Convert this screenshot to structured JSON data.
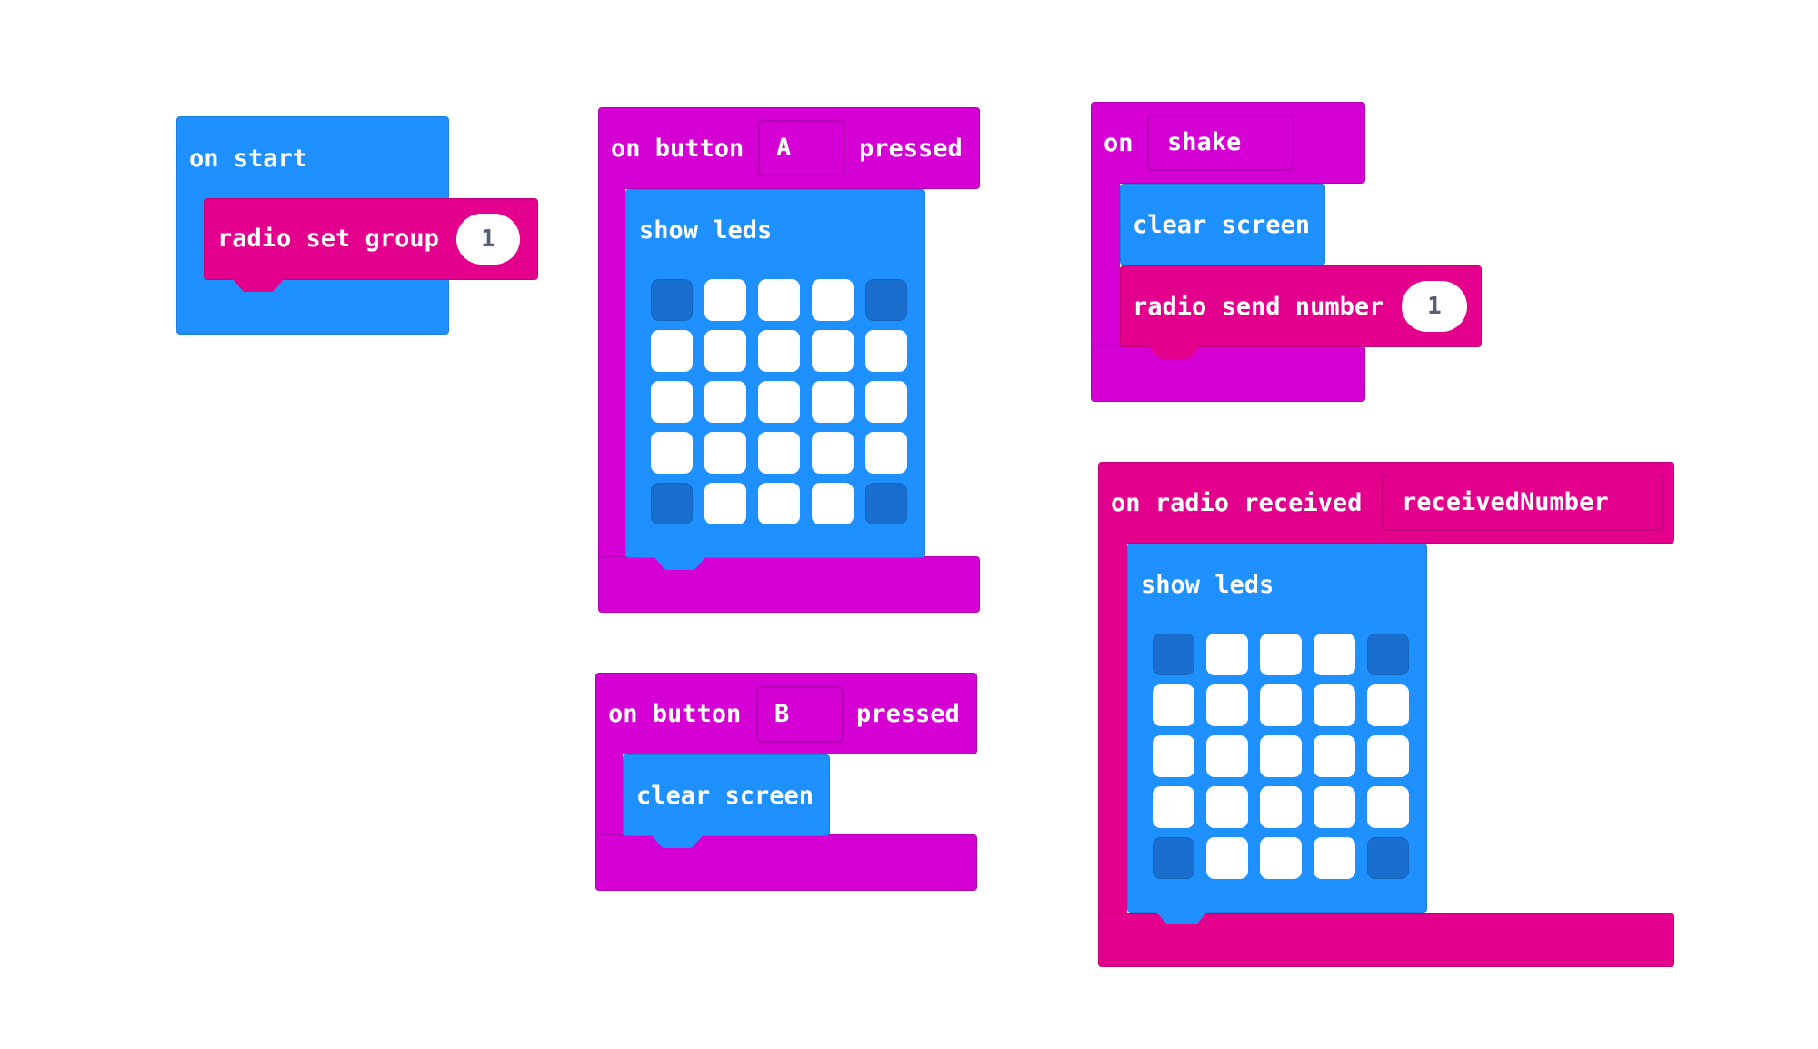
{
  "colors": {
    "basic": "#1e90ff",
    "radio": "#e3008c",
    "input": "#d400d4",
    "led_off": "#1a6fce",
    "led_on": "#ffffff"
  },
  "on_start": {
    "label": "on start",
    "radio_set_group": {
      "label": "radio set group",
      "value": "1"
    }
  },
  "on_button_a": {
    "on_label": "on button",
    "button": "A",
    "pressed_label": "pressed",
    "show_leds": {
      "label": "show leds",
      "grid": [
        [
          0,
          1,
          1,
          1,
          0
        ],
        [
          1,
          1,
          1,
          1,
          1
        ],
        [
          1,
          1,
          1,
          1,
          1
        ],
        [
          1,
          1,
          1,
          1,
          1
        ],
        [
          0,
          1,
          1,
          1,
          0
        ]
      ]
    }
  },
  "on_button_b": {
    "on_label": "on button",
    "button": "B",
    "pressed_label": "pressed",
    "clear_screen": "clear screen"
  },
  "on_shake": {
    "on_label": "on",
    "gesture": "shake",
    "clear_screen": "clear screen",
    "radio_send_number": {
      "label": "radio send number",
      "value": "1"
    }
  },
  "on_radio_received": {
    "label": "on radio received",
    "variable": "receivedNumber",
    "show_leds": {
      "label": "show leds",
      "grid": [
        [
          0,
          1,
          1,
          1,
          0
        ],
        [
          1,
          1,
          1,
          1,
          1
        ],
        [
          1,
          1,
          1,
          1,
          1
        ],
        [
          1,
          1,
          1,
          1,
          1
        ],
        [
          0,
          1,
          1,
          1,
          0
        ]
      ]
    }
  }
}
